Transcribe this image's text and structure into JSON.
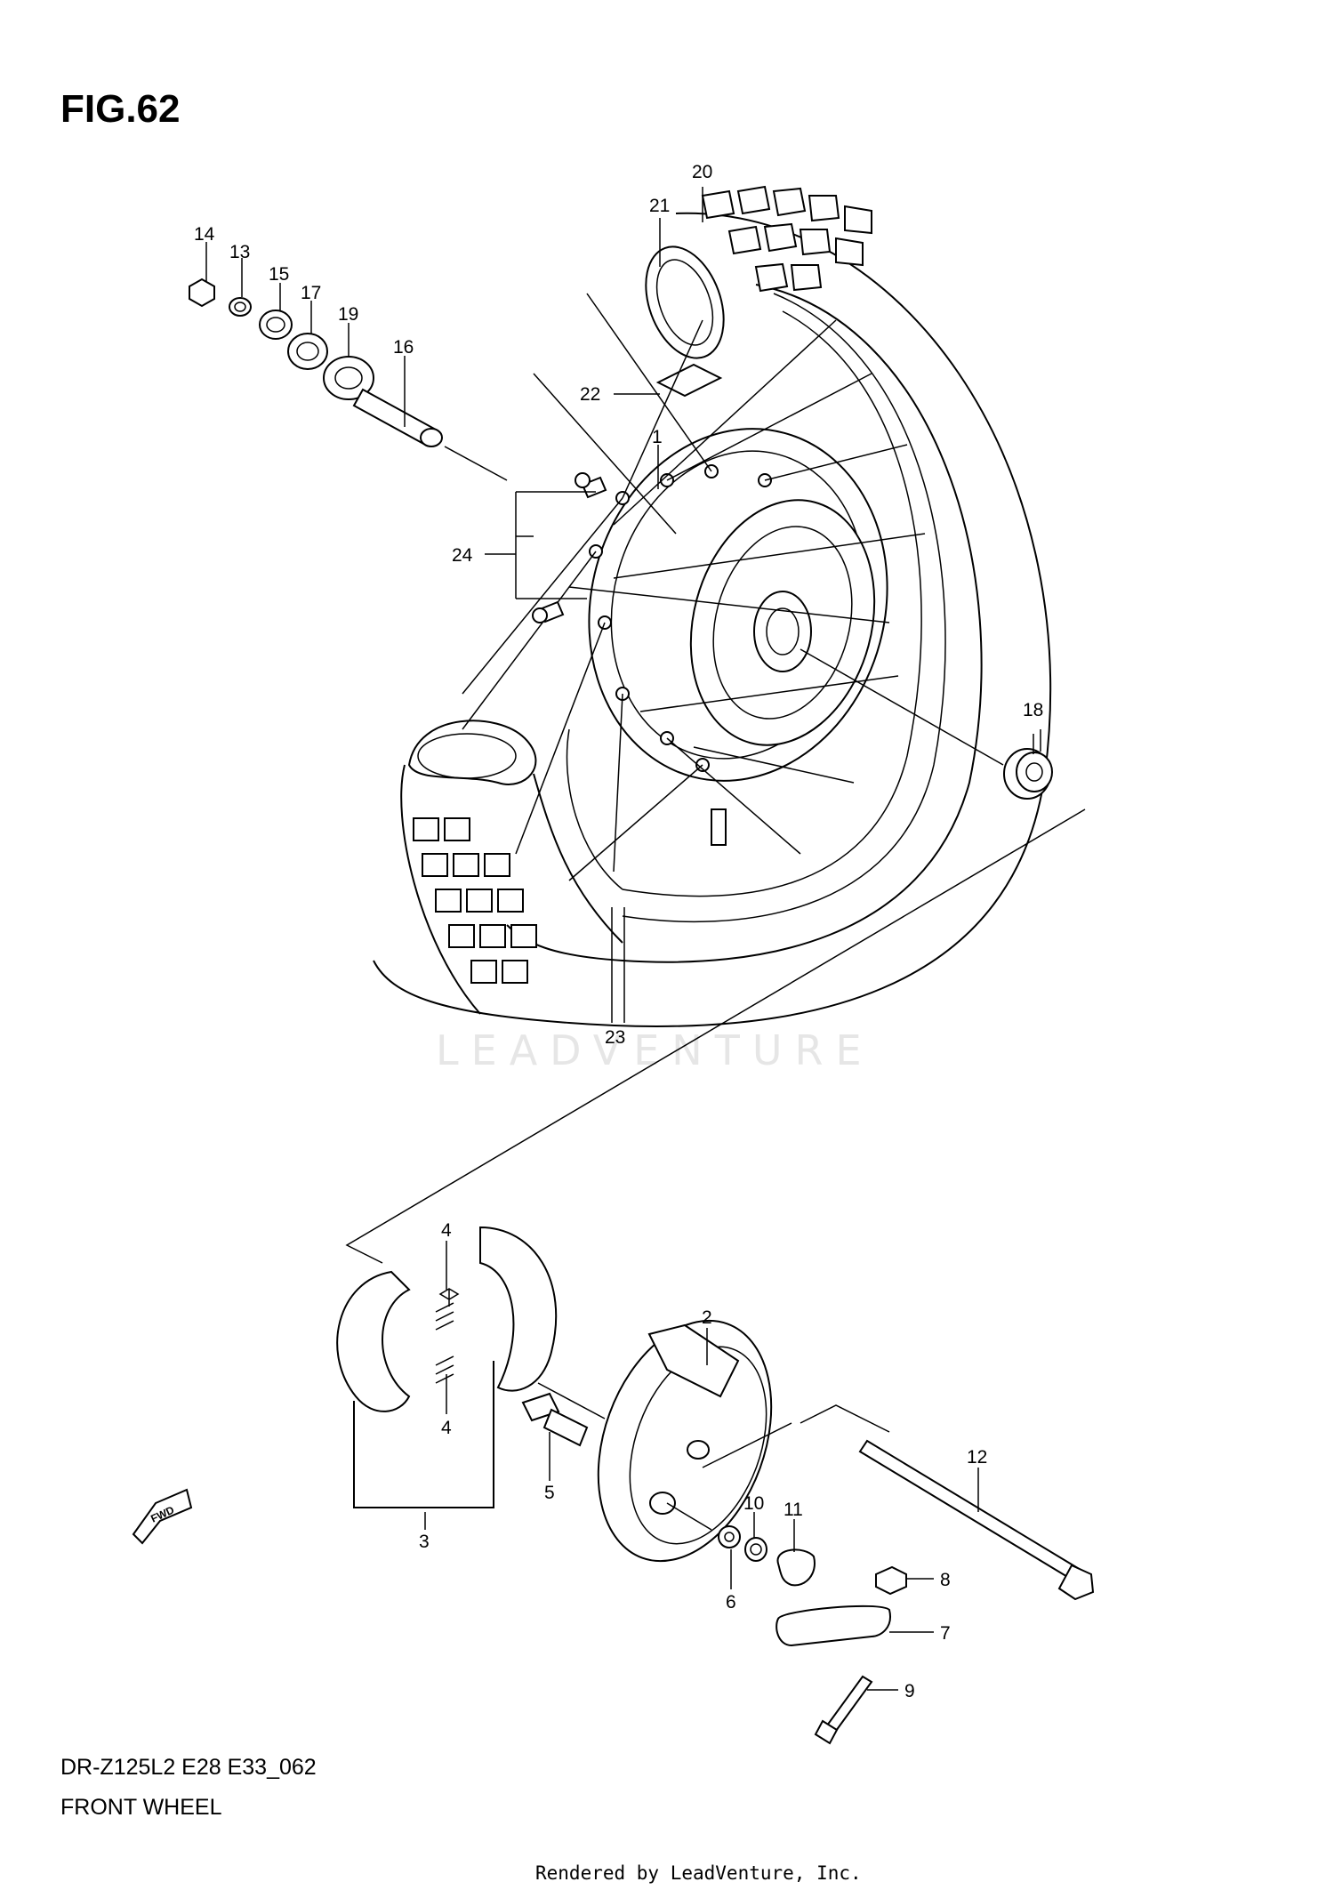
{
  "figure": {
    "title": "FIG.62",
    "model_code": "DR-Z125L2 E28 E33_062",
    "name": "FRONT WHEEL",
    "rendered_by": "Rendered by LeadVenture, Inc.",
    "watermark": "LEADVENTURE",
    "direction_marker": "FWD"
  },
  "callouts": {
    "c1": "1",
    "c2": "2",
    "c3": "3",
    "c4a": "4",
    "c4b": "4",
    "c5": "5",
    "c6": "6",
    "c7": "7",
    "c8": "8",
    "c9": "9",
    "c10": "10",
    "c11": "11",
    "c12": "12",
    "c13": "13",
    "c14": "14",
    "c15": "15",
    "c16": "16",
    "c17": "17",
    "c18": "18",
    "c19": "19",
    "c20": "20",
    "c21": "21",
    "c22": "22",
    "c23": "23",
    "c24": "24"
  }
}
